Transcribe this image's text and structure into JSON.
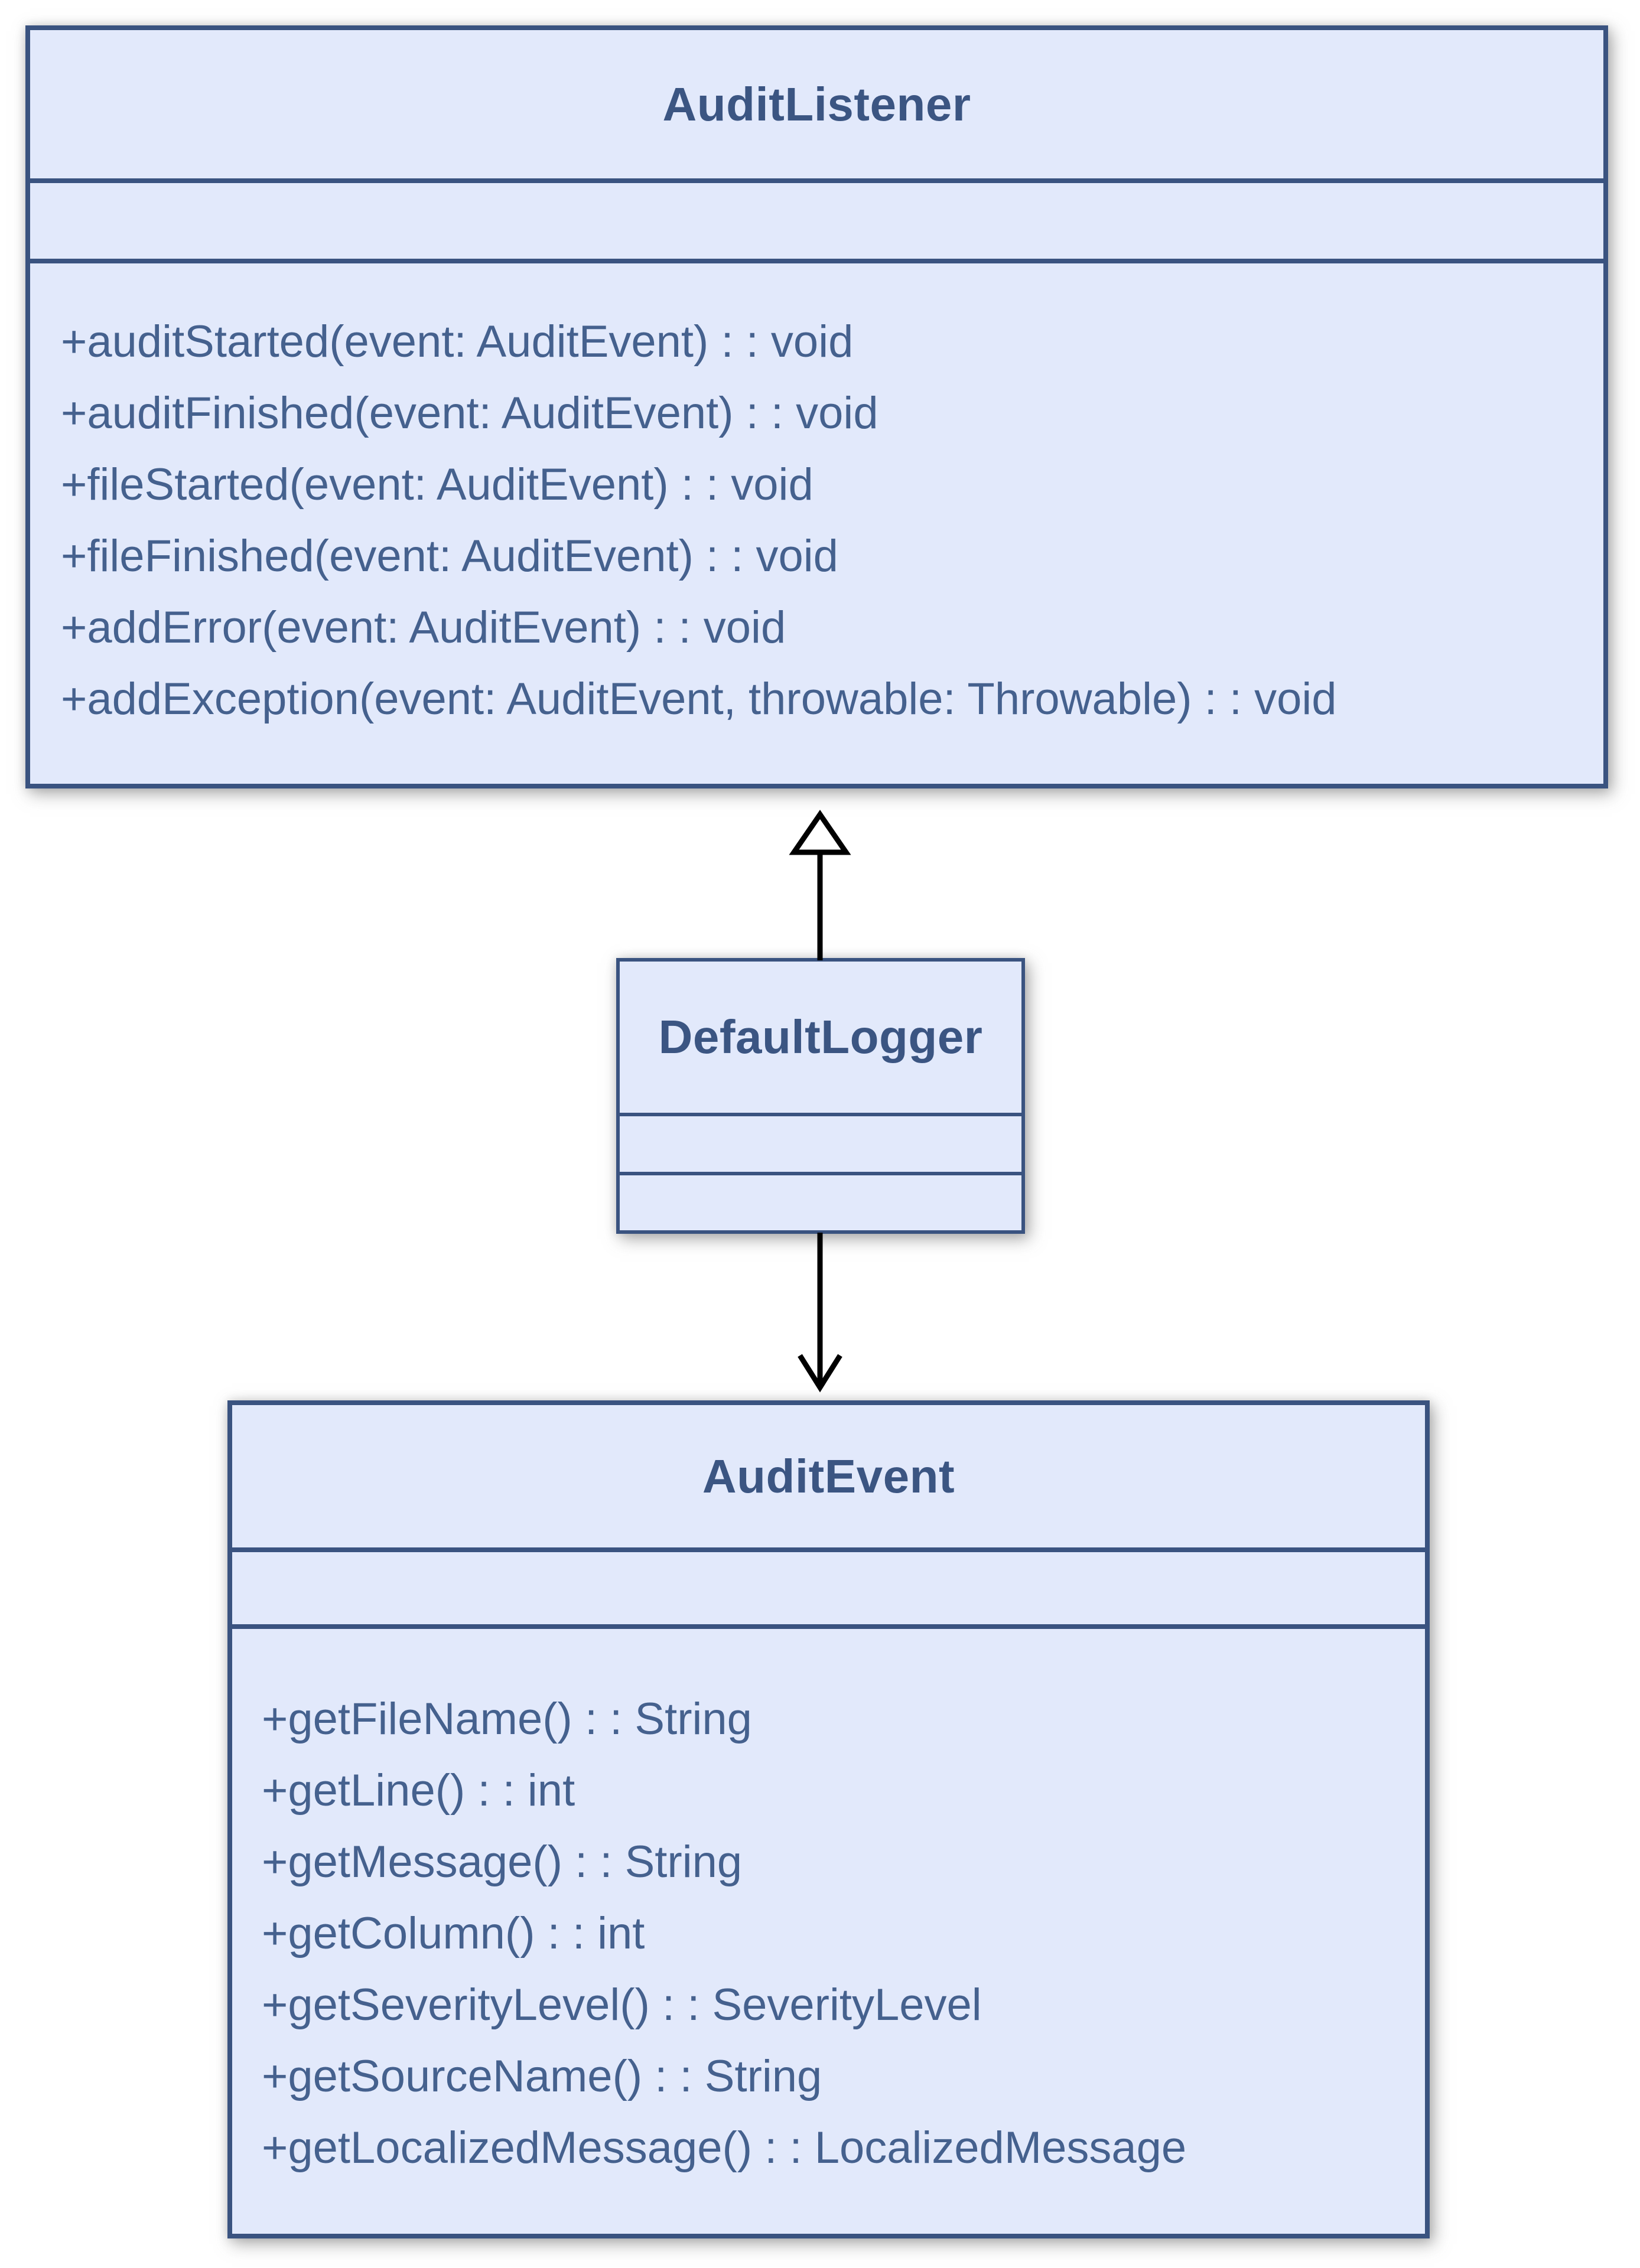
{
  "diagram": {
    "background": "#ffffff",
    "colors": {
      "box_fill": "#e2e9fb",
      "box_border": "#3a5380",
      "title_text": "#3b5582",
      "member_text": "#45618e",
      "connector": "#000000",
      "arrowhead_fill": "#ffffff"
    },
    "classes": [
      {
        "name": "AuditListener",
        "attributes": [],
        "methods": [
          "+auditStarted(event: AuditEvent) : : void",
          "+auditFinished(event: AuditEvent) : : void",
          "+fileStarted(event: AuditEvent) : : void",
          "+fileFinished(event: AuditEvent) : : void",
          "+addError(event: AuditEvent) : : void",
          "+addException(event: AuditEvent, throwable: Throwable) : : void"
        ]
      },
      {
        "name": "DefaultLogger",
        "attributes": [],
        "methods": []
      },
      {
        "name": "AuditEvent",
        "attributes": [],
        "methods": [
          "+getFileName() : : String",
          "+getLine() : : int",
          "+getMessage() : : String",
          "+getColumn() : : int",
          "+getSeverityLevel() : : SeverityLevel",
          "+getSourceName() : : String",
          "+getLocalizedMessage() : : LocalizedMessage"
        ]
      }
    ],
    "relationships": [
      {
        "from": "DefaultLogger",
        "to": "AuditListener",
        "type": "realization",
        "arrowhead": "hollow-triangle"
      },
      {
        "from": "DefaultLogger",
        "to": "AuditEvent",
        "type": "directed-association",
        "arrowhead": "open-v"
      }
    ]
  }
}
